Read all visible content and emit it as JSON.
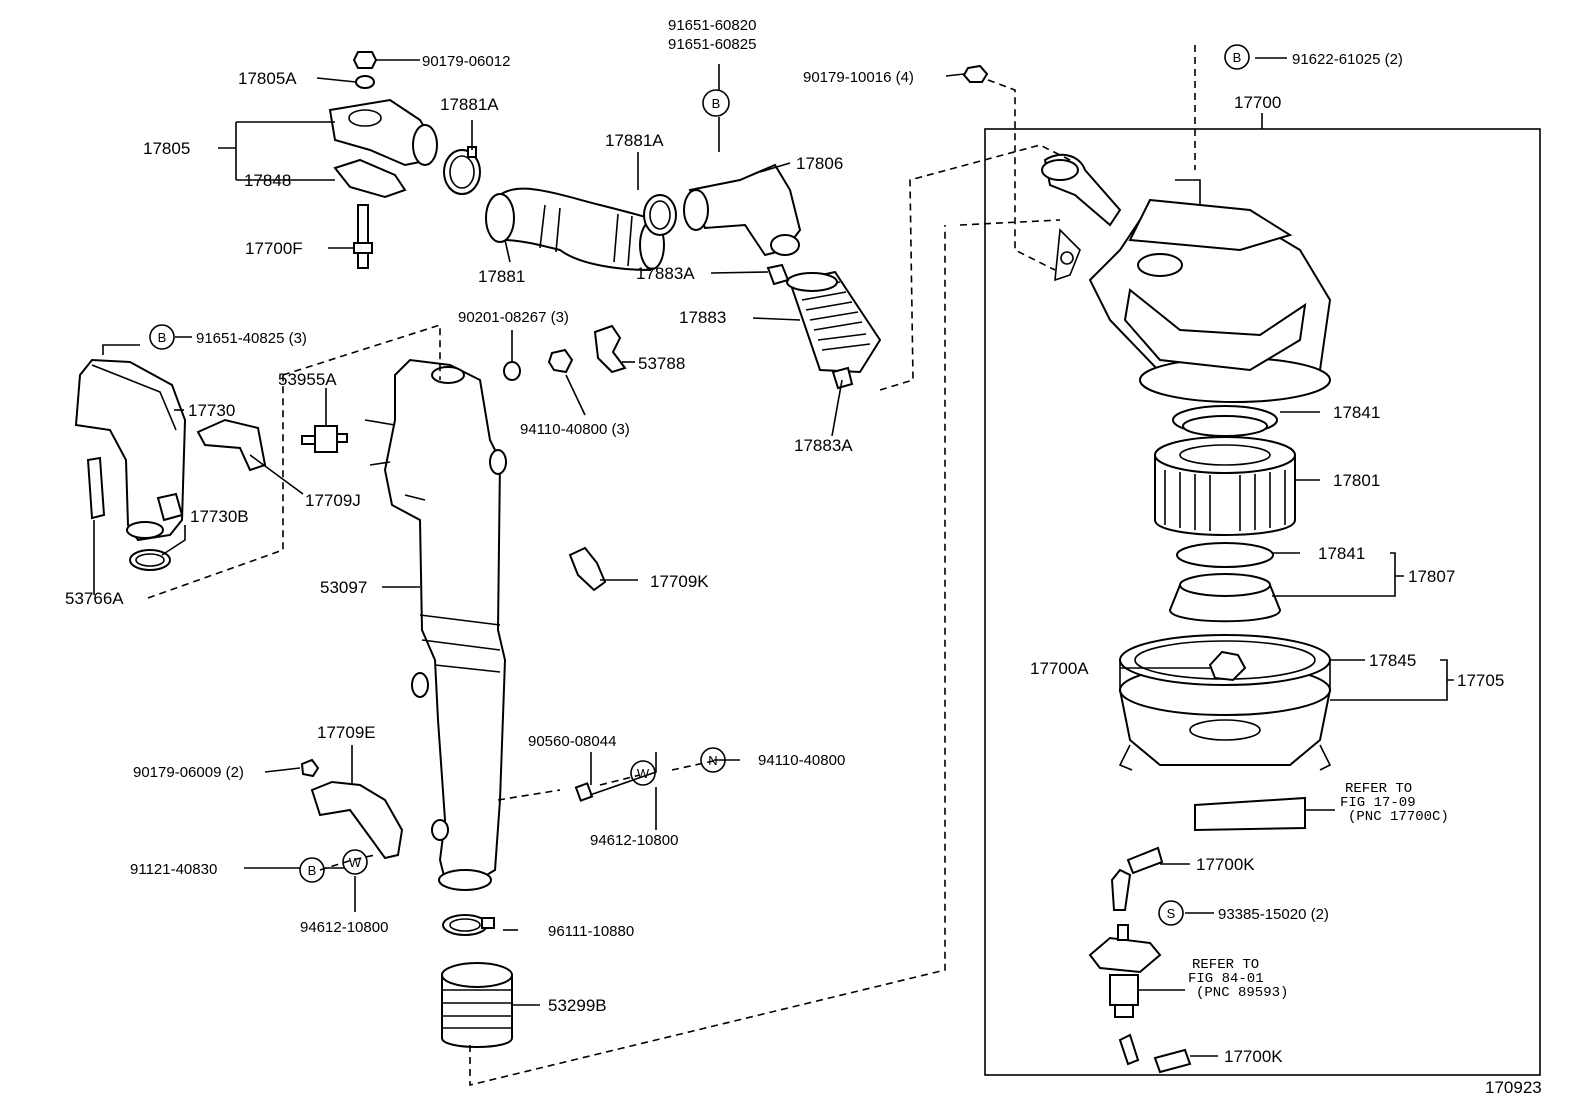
{
  "diagram": {
    "figure_number": "170923",
    "parts": {
      "p90179_06012": "90179-06012",
      "p17805A": "17805A",
      "p17805": "17805",
      "p17848": "17848",
      "p17700F": "17700F",
      "p17881A_1": "17881A",
      "p17881A_2": "17881A",
      "p17881": "17881",
      "p91651_60820": "91651-60820",
      "p91651_60825": "91651-60825",
      "p17806": "17806",
      "p17883A_1": "17883A",
      "p17883": "17883",
      "p17883A_2": "17883A",
      "p90179_10016": "90179-10016 (4)",
      "p91622_61025": "91622-61025 (2)",
      "p17700": "17700",
      "p91651_40825": "91651-40825 (3)",
      "p17730": "17730",
      "p53955A": "53955A",
      "p17709J": "17709J",
      "p17730B": "17730B",
      "p53766A": "53766A",
      "p90201_08267": "90201-08267 (3)",
      "p53788": "53788",
      "p94110_40800_3": "94110-40800 (3)",
      "p53097": "53097",
      "p17709K": "17709K",
      "p17841_1": "17841",
      "p17801": "17801",
      "p17841_2": "17841",
      "p17807": "17807",
      "p17700A": "17700A",
      "p17845": "17845",
      "p17705": "17705",
      "p17709E": "17709E",
      "p90179_06009": "90179-06009 (2)",
      "p90560_08044": "90560-08044",
      "p94110_40800": "94110-40800",
      "p94612_10800_1": "94612-10800",
      "p91121_40830": "91121-40830",
      "p94612_10800_2": "94612-10800",
      "p96111_10880": "96111-10880",
      "p53299B": "53299B",
      "p17700K_1": "17700K",
      "p93385_15020": "93385-15020 (2)",
      "p17700K_2": "17700K"
    },
    "refer1": [
      "REFER TO",
      "FIG 17-09",
      "(PNC 17700C)"
    ],
    "refer2": [
      "REFER TO",
      "FIG 84-01",
      "(PNC 89593)"
    ],
    "symbols": {
      "b": "B",
      "w": "W",
      "n": "N",
      "s": "S"
    }
  }
}
